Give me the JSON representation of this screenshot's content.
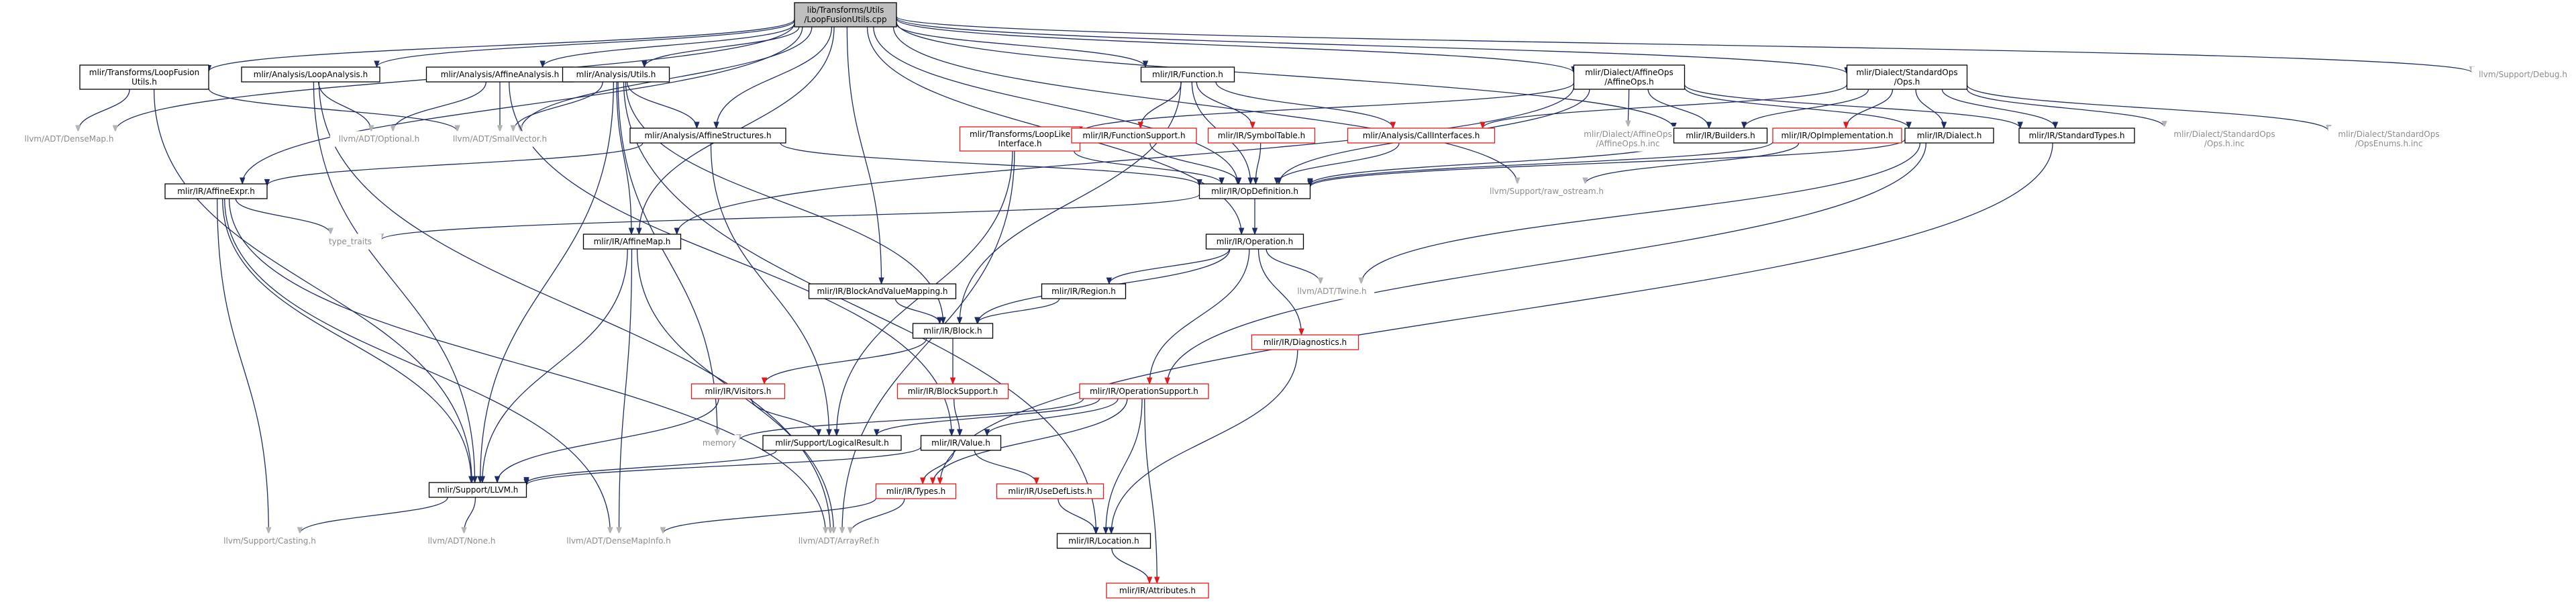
{
  "diagram": {
    "colors": {
      "edge_default": "#1e2c66",
      "edge_external": "#b3b3b3",
      "edge_truncated": "#e01b1b",
      "root_fill": "#bfbfbf",
      "node_border": "#000000",
      "truncated_border": "#e01b1b",
      "external_text": "#8c8c8c"
    },
    "nodes": [
      {
        "id": "root",
        "style": "root",
        "lines": [
          "lib/Transforms/Utils",
          "/LoopFusionUtils.cpp"
        ]
      },
      {
        "id": "lf_utils_h",
        "style": "normal",
        "lines": [
          "mlir/Transforms/LoopFusion",
          "Utils.h"
        ]
      },
      {
        "id": "loop_analysis",
        "style": "normal",
        "lines": [
          "mlir/Analysis/LoopAnalysis.h"
        ]
      },
      {
        "id": "affine_analysis",
        "style": "normal",
        "lines": [
          "mlir/Analysis/AffineAnalysis.h"
        ]
      },
      {
        "id": "analysis_utils",
        "style": "normal",
        "lines": [
          "mlir/Analysis/Utils.h"
        ]
      },
      {
        "id": "ir_function",
        "style": "normal",
        "lines": [
          "mlir/IR/Function.h"
        ]
      },
      {
        "id": "affine_ops",
        "style": "normal",
        "lines": [
          "mlir/Dialect/AffineOps",
          "/AffineOps.h"
        ]
      },
      {
        "id": "std_ops",
        "style": "normal",
        "lines": [
          "mlir/Dialect/StandardOps",
          "/Ops.h"
        ]
      },
      {
        "id": "support_debug",
        "style": "external",
        "lines": [
          "llvm/Support/Debug.h"
        ]
      },
      {
        "id": "dense_map",
        "style": "external",
        "lines": [
          "llvm/ADT/DenseMap.h"
        ]
      },
      {
        "id": "optional",
        "style": "external",
        "lines": [
          "llvm/ADT/Optional.h"
        ]
      },
      {
        "id": "small_vector",
        "style": "external",
        "lines": [
          "llvm/ADT/SmallVector.h"
        ]
      },
      {
        "id": "affine_structures",
        "style": "normal",
        "lines": [
          "mlir/Analysis/AffineStructures.h"
        ]
      },
      {
        "id": "loop_like_iface",
        "style": "truncated",
        "lines": [
          "mlir/Transforms/LoopLike",
          "Interface.h"
        ]
      },
      {
        "id": "function_support",
        "style": "truncated",
        "lines": [
          "mlir/IR/FunctionSupport.h"
        ]
      },
      {
        "id": "symbol_table",
        "style": "truncated",
        "lines": [
          "mlir/IR/SymbolTable.h"
        ]
      },
      {
        "id": "call_interfaces",
        "style": "truncated",
        "lines": [
          "mlir/Analysis/CallInterfaces.h"
        ]
      },
      {
        "id": "affine_ops_inc",
        "style": "external",
        "lines": [
          "mlir/Dialect/AffineOps",
          "/AffineOps.h.inc"
        ]
      },
      {
        "id": "builders",
        "style": "normal",
        "lines": [
          "mlir/IR/Builders.h"
        ]
      },
      {
        "id": "op_implementation",
        "style": "truncated",
        "lines": [
          "mlir/IR/OpImplementation.h"
        ]
      },
      {
        "id": "ir_dialect",
        "style": "normal",
        "lines": [
          "mlir/IR/Dialect.h"
        ]
      },
      {
        "id": "standard_types",
        "style": "normal",
        "lines": [
          "mlir/IR/StandardTypes.h"
        ]
      },
      {
        "id": "std_ops_inc",
        "style": "external",
        "lines": [
          "mlir/Dialect/StandardOps",
          "/Ops.h.inc"
        ]
      },
      {
        "id": "std_openums_inc",
        "style": "external",
        "lines": [
          "mlir/Dialect/StandardOps",
          "/OpsEnums.h.inc"
        ]
      },
      {
        "id": "affine_expr",
        "style": "normal",
        "lines": [
          "mlir/IR/AffineExpr.h"
        ]
      },
      {
        "id": "op_definition",
        "style": "normal",
        "lines": [
          "mlir/IR/OpDefinition.h"
        ]
      },
      {
        "id": "raw_ostream",
        "style": "external",
        "lines": [
          "llvm/Support/raw_ostream.h"
        ]
      },
      {
        "id": "type_traits",
        "style": "external",
        "lines": [
          "type_traits"
        ]
      },
      {
        "id": "affine_map",
        "style": "normal",
        "lines": [
          "mlir/IR/AffineMap.h"
        ]
      },
      {
        "id": "ir_operation",
        "style": "normal",
        "lines": [
          "mlir/IR/Operation.h"
        ]
      },
      {
        "id": "block_value_mapping",
        "style": "normal",
        "lines": [
          "mlir/IR/BlockAndValueMapping.h"
        ]
      },
      {
        "id": "ir_region",
        "style": "normal",
        "lines": [
          "mlir/IR/Region.h"
        ]
      },
      {
        "id": "twine",
        "style": "external",
        "lines": [
          "llvm/ADT/Twine.h"
        ]
      },
      {
        "id": "ir_block",
        "style": "normal",
        "lines": [
          "mlir/IR/Block.h"
        ]
      },
      {
        "id": "diagnostics",
        "style": "truncated",
        "lines": [
          "mlir/IR/Diagnostics.h"
        ]
      },
      {
        "id": "visitors",
        "style": "truncated",
        "lines": [
          "mlir/IR/Visitors.h"
        ]
      },
      {
        "id": "block_support",
        "style": "truncated",
        "lines": [
          "mlir/IR/BlockSupport.h"
        ]
      },
      {
        "id": "operation_support",
        "style": "truncated",
        "lines": [
          "mlir/IR/OperationSupport.h"
        ]
      },
      {
        "id": "memory",
        "style": "external",
        "lines": [
          "memory"
        ]
      },
      {
        "id": "logical_result",
        "style": "normal",
        "lines": [
          "mlir/Support/LogicalResult.h"
        ]
      },
      {
        "id": "ir_value",
        "style": "normal",
        "lines": [
          "mlir/IR/Value.h"
        ]
      },
      {
        "id": "support_llvm",
        "style": "normal",
        "lines": [
          "mlir/Support/LLVM.h"
        ]
      },
      {
        "id": "ir_types",
        "style": "truncated",
        "lines": [
          "mlir/IR/Types.h"
        ]
      },
      {
        "id": "use_def_lists",
        "style": "truncated",
        "lines": [
          "mlir/IR/UseDefLists.h"
        ]
      },
      {
        "id": "support_casting",
        "style": "external",
        "lines": [
          "llvm/Support/Casting.h"
        ]
      },
      {
        "id": "adt_none",
        "style": "external",
        "lines": [
          "llvm/ADT/None.h"
        ]
      },
      {
        "id": "dense_map_info",
        "style": "external",
        "lines": [
          "llvm/ADT/DenseMapInfo.h"
        ]
      },
      {
        "id": "array_ref",
        "style": "external",
        "lines": [
          "llvm/ADT/ArrayRef.h"
        ]
      },
      {
        "id": "ir_location",
        "style": "normal",
        "lines": [
          "mlir/IR/Location.h"
        ]
      },
      {
        "id": "ir_attributes",
        "style": "truncated",
        "lines": [
          "mlir/IR/Attributes.h"
        ]
      }
    ],
    "edges": [
      [
        "root",
        "lf_utils_h"
      ],
      [
        "root",
        "loop_analysis"
      ],
      [
        "root",
        "affine_analysis"
      ],
      [
        "root",
        "analysis_utils"
      ],
      [
        "root",
        "ir_function"
      ],
      [
        "root",
        "affine_ops"
      ],
      [
        "root",
        "std_ops"
      ],
      [
        "root",
        "support_debug"
      ],
      [
        "root",
        "affine_expr"
      ],
      [
        "root",
        "affine_structures"
      ],
      [
        "root",
        "builders"
      ],
      [
        "root",
        "affine_map"
      ],
      [
        "root",
        "block_value_mapping"
      ],
      [
        "root",
        "op_definition"
      ],
      [
        "root",
        "raw_ostream"
      ],
      [
        "root",
        "ir_operation"
      ],
      [
        "root",
        "small_vector"
      ],
      [
        "root",
        "dense_map"
      ],
      [
        "lf_utils_h",
        "dense_map"
      ],
      [
        "lf_utils_h",
        "small_vector"
      ],
      [
        "lf_utils_h",
        "support_llvm"
      ],
      [
        "loop_analysis",
        "optional"
      ],
      [
        "loop_analysis",
        "support_llvm"
      ],
      [
        "loop_analysis",
        "array_ref"
      ],
      [
        "affine_analysis",
        "optional"
      ],
      [
        "affine_analysis",
        "small_vector"
      ],
      [
        "affine_analysis",
        "ir_value"
      ],
      [
        "analysis_utils",
        "affine_structures"
      ],
      [
        "analysis_utils",
        "affine_map"
      ],
      [
        "analysis_utils",
        "ir_block"
      ],
      [
        "analysis_utils",
        "ir_location"
      ],
      [
        "analysis_utils",
        "support_llvm"
      ],
      [
        "analysis_utils",
        "small_vector"
      ],
      [
        "analysis_utils",
        "memory"
      ],
      [
        "ir_function",
        "function_support"
      ],
      [
        "ir_function",
        "symbol_table"
      ],
      [
        "ir_function",
        "call_interfaces"
      ],
      [
        "ir_function",
        "op_definition"
      ],
      [
        "ir_function",
        "ir_block"
      ],
      [
        "affine_ops",
        "affine_ops_inc"
      ],
      [
        "affine_ops",
        "builders"
      ],
      [
        "affine_ops",
        "loop_like_iface"
      ],
      [
        "affine_ops",
        "op_definition"
      ],
      [
        "affine_ops",
        "standard_types"
      ],
      [
        "affine_ops",
        "affine_map"
      ],
      [
        "affine_ops",
        "ir_dialect"
      ],
      [
        "std_ops",
        "std_ops_inc"
      ],
      [
        "std_ops",
        "std_openums_inc"
      ],
      [
        "std_ops",
        "builders"
      ],
      [
        "std_ops",
        "op_implementation"
      ],
      [
        "std_ops",
        "ir_dialect"
      ],
      [
        "std_ops",
        "standard_types"
      ],
      [
        "std_ops",
        "call_interfaces"
      ],
      [
        "affine_structures",
        "affine_expr"
      ],
      [
        "affine_structures",
        "op_definition"
      ],
      [
        "affine_structures",
        "logical_result"
      ],
      [
        "loop_like_iface",
        "op_definition"
      ],
      [
        "loop_like_iface",
        "array_ref"
      ],
      [
        "loop_like_iface",
        "logical_result"
      ],
      [
        "function_support",
        "op_definition"
      ],
      [
        "symbol_table",
        "op_definition"
      ],
      [
        "call_interfaces",
        "op_definition"
      ],
      [
        "builders",
        "op_definition"
      ],
      [
        "op_implementation",
        "op_definition"
      ],
      [
        "op_implementation",
        "raw_ostream"
      ],
      [
        "ir_dialect",
        "op_definition"
      ],
      [
        "ir_dialect",
        "operation_support"
      ],
      [
        "ir_dialect",
        "twine"
      ],
      [
        "standard_types",
        "ir_types"
      ],
      [
        "affine_expr",
        "type_traits"
      ],
      [
        "affine_expr",
        "support_llvm"
      ],
      [
        "affine_expr",
        "support_casting"
      ],
      [
        "affine_expr",
        "dense_map_info"
      ],
      [
        "affine_expr",
        "array_ref"
      ],
      [
        "op_definition",
        "type_traits"
      ],
      [
        "op_definition",
        "ir_operation"
      ],
      [
        "affine_map",
        "support_llvm"
      ],
      [
        "affine_map",
        "dense_map_info"
      ],
      [
        "affine_map",
        "array_ref"
      ],
      [
        "ir_operation",
        "ir_region"
      ],
      [
        "ir_operation",
        "ir_block"
      ],
      [
        "ir_operation",
        "diagnostics"
      ],
      [
        "ir_operation",
        "operation_support"
      ],
      [
        "ir_operation",
        "twine"
      ],
      [
        "block_value_mapping",
        "ir_block"
      ],
      [
        "ir_region",
        "ir_block"
      ],
      [
        "ir_block",
        "visitors"
      ],
      [
        "ir_block",
        "block_support"
      ],
      [
        "diagnostics",
        "ir_location"
      ],
      [
        "visitors",
        "logical_result"
      ],
      [
        "visitors",
        "support_llvm"
      ],
      [
        "block_support",
        "ir_value"
      ],
      [
        "operation_support",
        "memory"
      ],
      [
        "operation_support",
        "logical_result"
      ],
      [
        "operation_support",
        "ir_value"
      ],
      [
        "operation_support",
        "ir_types"
      ],
      [
        "operation_support",
        "ir_location"
      ],
      [
        "operation_support",
        "ir_attributes"
      ],
      [
        "logical_result",
        "support_llvm"
      ],
      [
        "ir_value",
        "support_llvm"
      ],
      [
        "ir_value",
        "ir_types"
      ],
      [
        "ir_value",
        "use_def_lists"
      ],
      [
        "support_llvm",
        "support_casting"
      ],
      [
        "support_llvm",
        "adt_none"
      ],
      [
        "ir_types",
        "dense_map_info"
      ],
      [
        "ir_types",
        "array_ref"
      ],
      [
        "use_def_lists",
        "ir_location"
      ],
      [
        "ir_location",
        "ir_attributes"
      ]
    ]
  }
}
